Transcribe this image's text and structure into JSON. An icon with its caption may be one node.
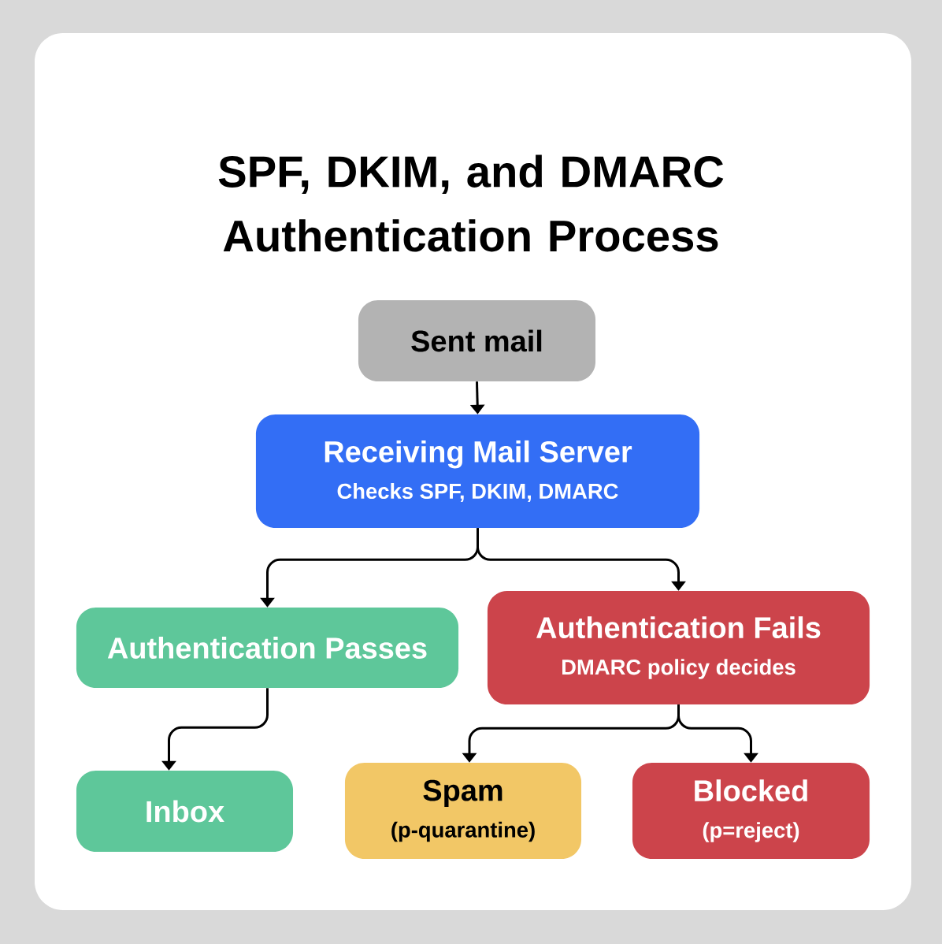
{
  "diagram": {
    "title": "SPF, DKIM, and DMARC Authentication Process",
    "nodes": [
      {
        "text": [
          "Sent mail"
        ]
      },
      {
        "text": [
          "Receiving Mail Server",
          "Checks SPF, DKIM, DMARC"
        ]
      },
      {
        "text": [
          "Authentication Passes"
        ]
      },
      {
        "text": [
          "Authentication Fails",
          "DMARC policy decides"
        ]
      },
      {
        "text": [
          "Inbox"
        ]
      },
      {
        "text": [
          "Spam",
          "(p-quarantine)"
        ]
      },
      {
        "text": [
          "Blocked",
          "(p=reject)"
        ]
      }
    ],
    "edges": [
      {
        "from": 0,
        "to": 1,
        "arrow": "to"
      },
      {
        "from": 1,
        "to": 2,
        "arrow": "to"
      },
      {
        "from": 1,
        "to": 3,
        "arrow": "to"
      },
      {
        "from": 2,
        "to": 4,
        "arrow": "to"
      },
      {
        "from": 3,
        "to": 5,
        "arrow": "to"
      },
      {
        "from": 3,
        "to": 6,
        "arrow": "to"
      }
    ]
  }
}
